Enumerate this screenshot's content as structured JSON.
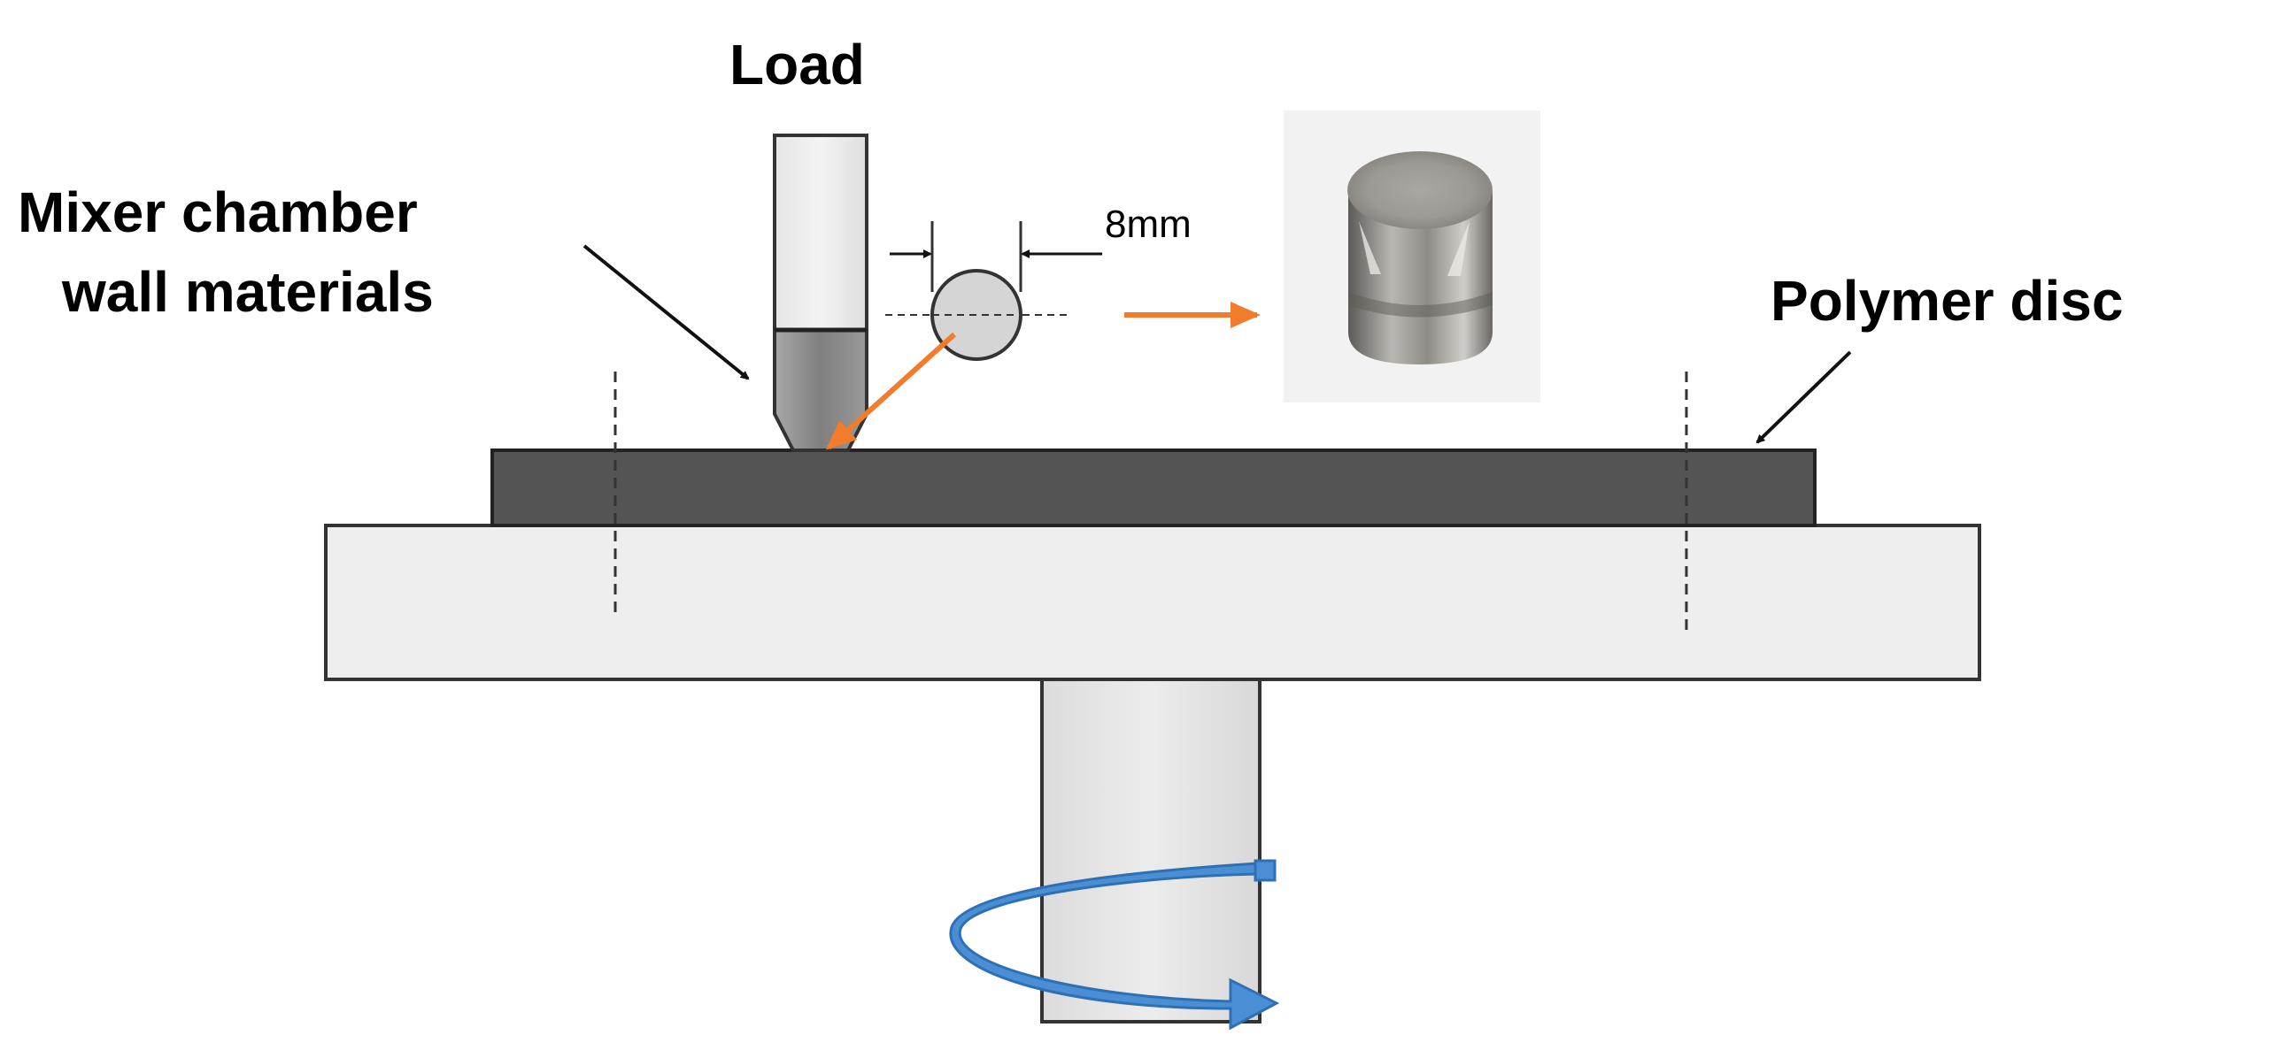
{
  "labels": {
    "load": "Load",
    "chamber_line1": "Mixer chamber",
    "chamber_line2": "wall materials",
    "dimension": "8mm",
    "polymer_disc": "Polymer disc"
  },
  "colors": {
    "disc": "#545454",
    "base": "#eeeeee",
    "pin_light": "#e5e5e5",
    "pin_dark": "#8a8a8a",
    "highlight_arrow": "#f07c2c",
    "rotation_arrow": "#4a8fd6",
    "outline": "#333333"
  },
  "icons": {
    "rotation": "rotation-arrow-icon",
    "sample_photo": "cylindrical-pin-photo"
  }
}
